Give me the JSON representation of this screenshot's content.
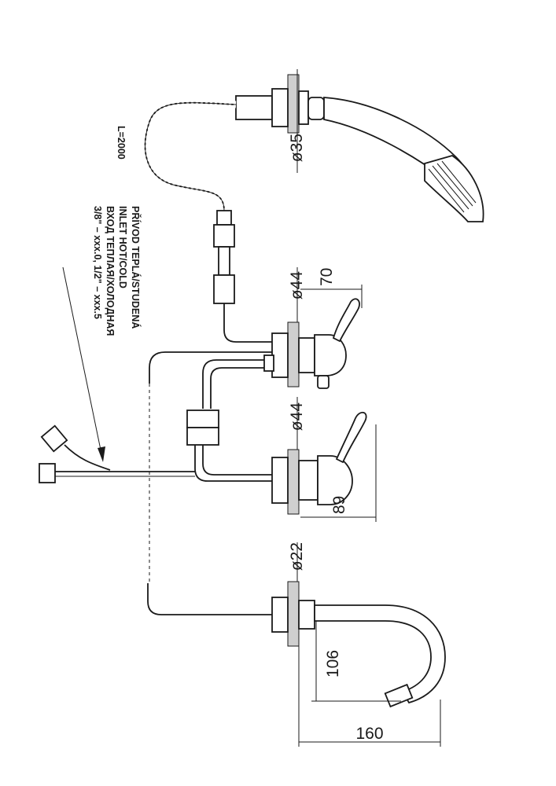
{
  "drawing": {
    "hose_length": "L=2000",
    "dimensions": {
      "shower_diameter": "ø35",
      "mixer_top_diameter": "ø44",
      "mixer_top_reach": "70",
      "mixer_bottom_diameter": "ø44",
      "mixer_bottom_reach": "89",
      "spout_diameter": "ø22",
      "spout_height": "106",
      "spout_reach": "160"
    },
    "inlet_note": {
      "line1": "PŘÍVOD TEPLÁ/STUDENÁ",
      "line2": "INLET HOT/COLD",
      "line3": "ВХОД ТЕПЛАЯ/ХОЛОДНАЯ",
      "line4": "3/8\" – xxx.0, 1/2\" – xxx.5"
    }
  }
}
